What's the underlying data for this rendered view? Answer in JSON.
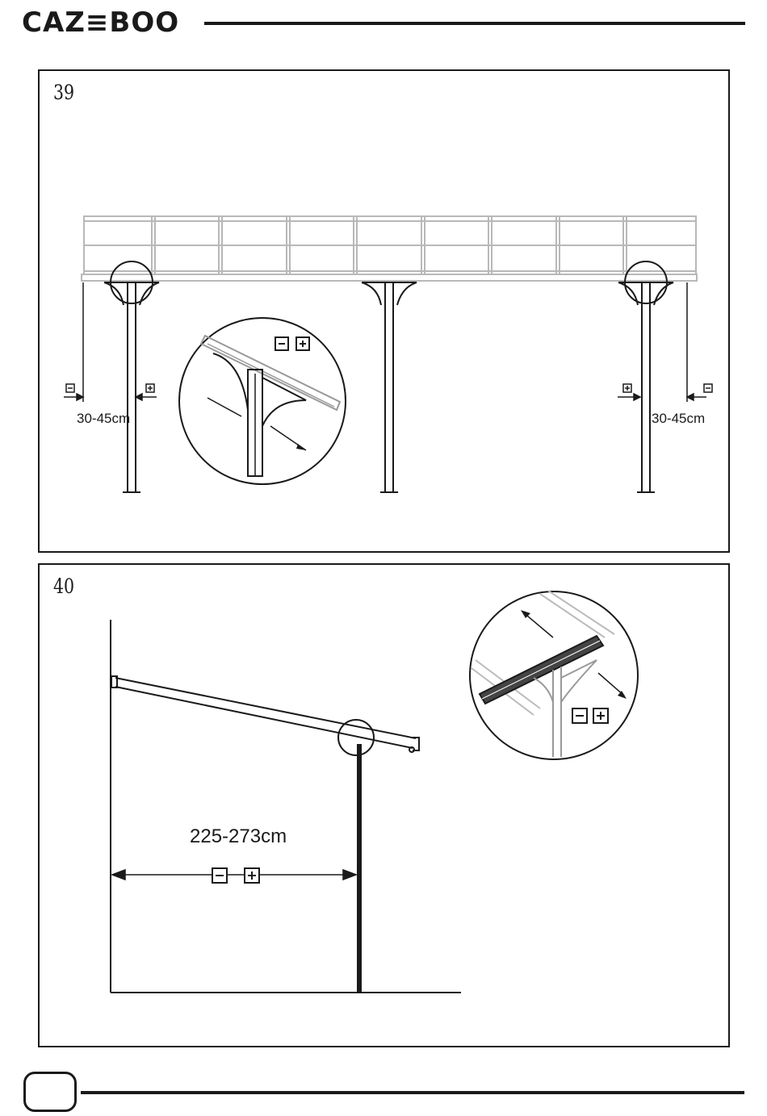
{
  "header": {
    "brand": "CAZ≡BOO"
  },
  "steps": [
    {
      "number": "39",
      "dimension_left": "30-45cm",
      "dimension_right": "30-45cm"
    },
    {
      "number": "40",
      "dimension": "225-273cm"
    }
  ],
  "icons": [
    "minus-box-icon",
    "plus-box-icon"
  ],
  "colors": {
    "ink": "#1a1a1a",
    "light_frame": "#b8b8b8"
  }
}
